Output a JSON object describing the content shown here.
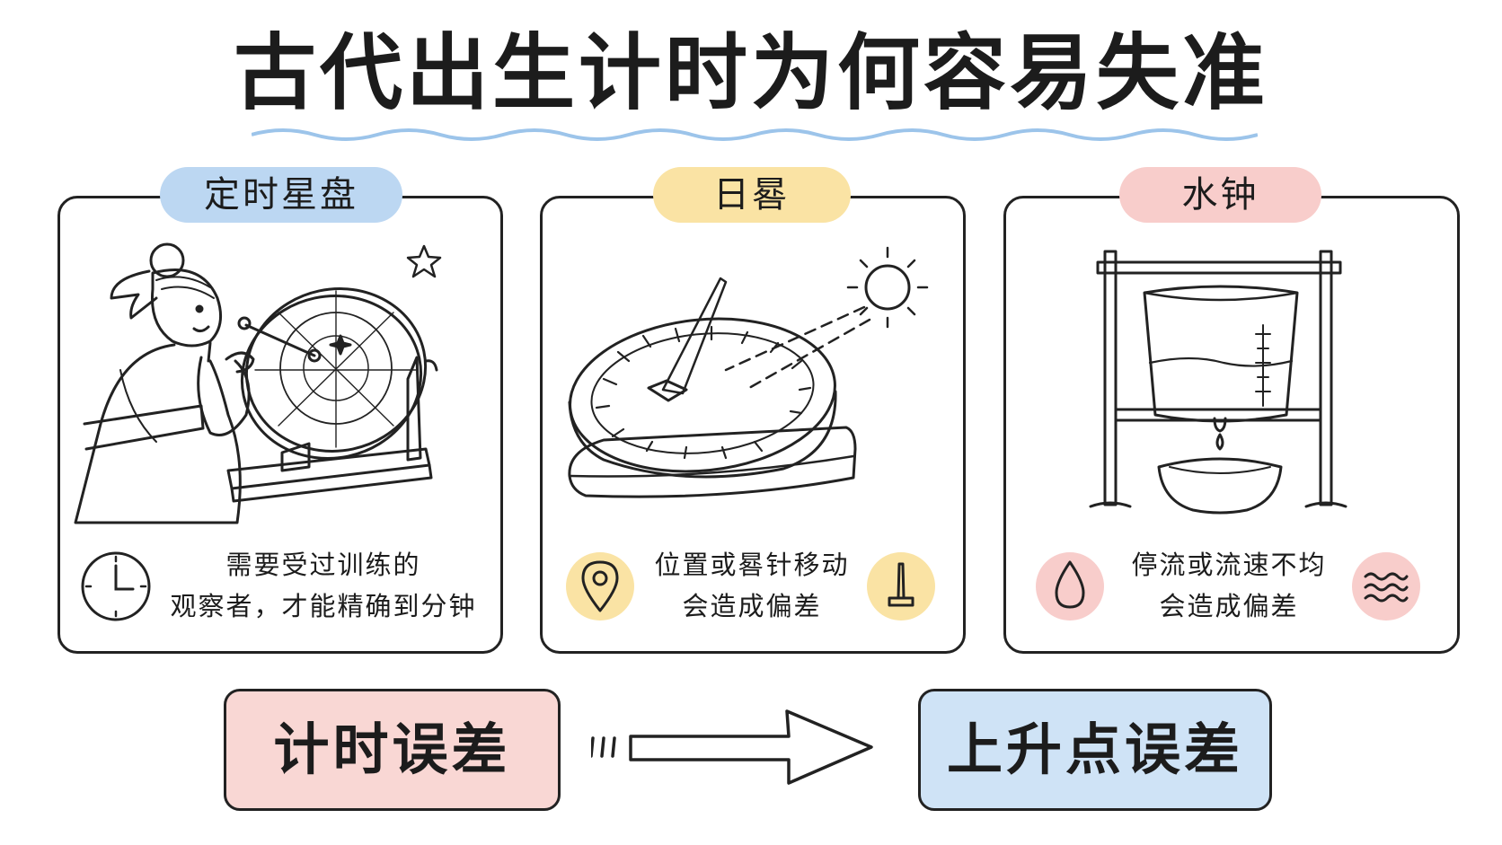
{
  "title": "古代出生计时为何容易失准",
  "panels": [
    {
      "label": "定时星盘",
      "caption_line1": "需要受过训练的",
      "caption_line2": "观察者，才能精确到分钟",
      "icon": "clock-icon",
      "accent": "#bcd7f2"
    },
    {
      "label": "日晷",
      "caption_line1": "位置或晷针移动",
      "caption_line2": "会造成偏差",
      "icon_left": "location-pin-icon",
      "icon_right": "gnomon-icon",
      "accent": "#fae3a4"
    },
    {
      "label": "水钟",
      "caption_line1": "停流或流速不均",
      "caption_line2": "会造成偏差",
      "icon_left": "water-drop-icon",
      "icon_right": "waves-icon",
      "accent": "#f8cdcb"
    }
  ],
  "flow": {
    "from": "计时误差",
    "to": "上升点误差",
    "from_color": "#f9d7d4",
    "to_color": "#cfe3f6"
  }
}
